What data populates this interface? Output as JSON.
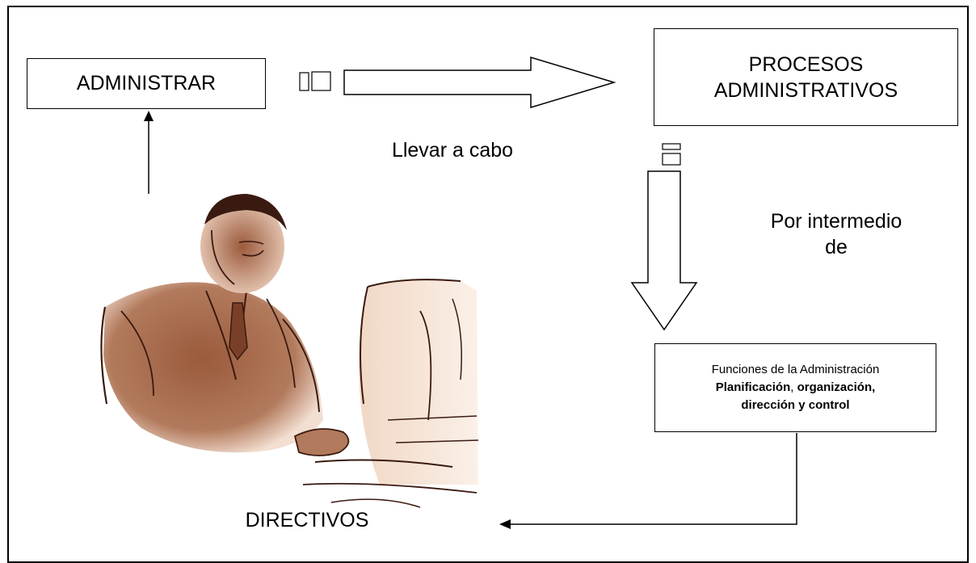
{
  "diagram": {
    "nodes": {
      "administrar": "ADMINISTRAR",
      "procesos_line1": "PROCESOS",
      "procesos_line2": "ADMINISTRATIVOS",
      "funciones_title": "Funciones de la Administración",
      "funciones_bold1": "Planificación",
      "funciones_sep": ", ",
      "funciones_bold2": "organización,",
      "funciones_bold3": "dirección y control"
    },
    "edge_labels": {
      "llevar": "Llevar a cabo",
      "por_line1": "Por intermedio",
      "por_line2": "de"
    },
    "figure_caption": "DIRECTIVOS"
  },
  "colors": {
    "illustration_brown": "#9b5a3c",
    "illustration_dark": "#3a1a10",
    "illustration_light": "#efd9c8"
  },
  "icons": {
    "illustration": "businessman-at-computer-clipart"
  }
}
